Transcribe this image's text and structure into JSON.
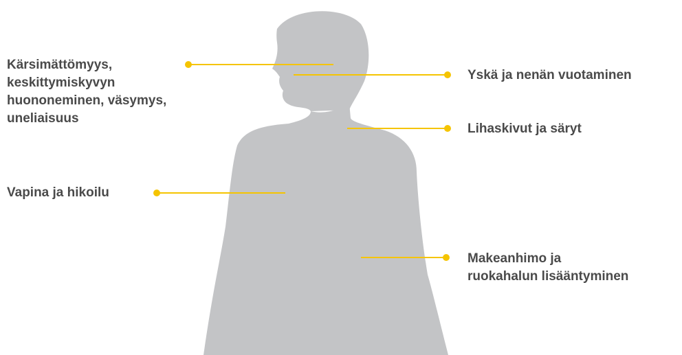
{
  "colors": {
    "body_silhouette": "#c3c4c6",
    "connector": "#f5c400",
    "label_text": "#4a4a4a",
    "background": "#ffffff"
  },
  "labels": {
    "cognitive": {
      "lines": [
        "Kärsimättömyys,",
        "keskittymiskyvyn",
        "huononeminen, väsymys,",
        "uneliaisuus"
      ]
    },
    "tremor": {
      "lines": [
        "Vapina ja hikoilu"
      ]
    },
    "cough": {
      "lines": [
        "Yskä ja nenän vuotaminen"
      ]
    },
    "muscle": {
      "lines": [
        "Lihaskivut ja säryt"
      ]
    },
    "craving": {
      "lines": [
        "Makeanhimo ja",
        "ruokahalun lisääntyminen"
      ]
    }
  }
}
